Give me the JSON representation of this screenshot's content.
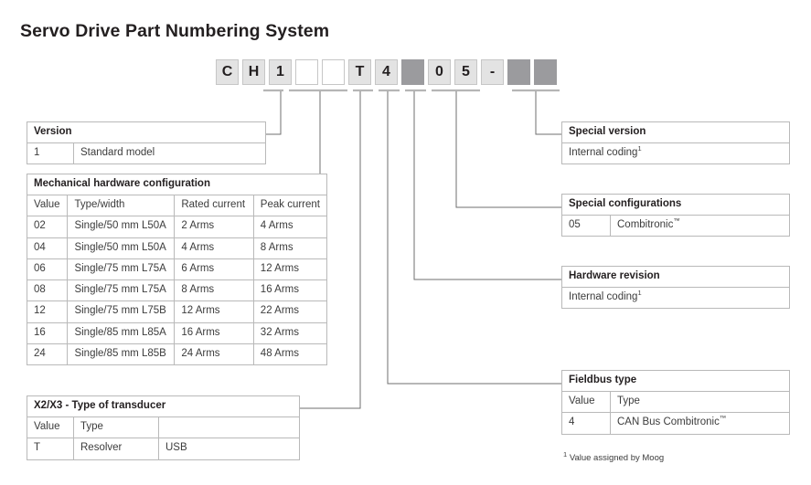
{
  "page": {
    "title": "Servo Drive Part Numbering System",
    "footnote": "Value assigned by Moog",
    "footnote_marker": "1"
  },
  "colors": {
    "box_filled_bg": "#e3e3e3",
    "box_border": "#c6c6c6",
    "box_solid_bg": "#9b9b9e",
    "table_border": "#b9b9b9",
    "leader_line": "#6f6f6f",
    "underline": "#b5b5b5",
    "text": "#3c3c3c",
    "heading_text": "#231f20"
  },
  "code_row": {
    "boxes": [
      {
        "char": "C",
        "style": "filled"
      },
      {
        "char": "H",
        "style": "filled"
      },
      {
        "char": "1",
        "style": "filled"
      },
      {
        "char": "",
        "style": "empty"
      },
      {
        "char": "",
        "style": "empty"
      },
      {
        "char": "T",
        "style": "filled"
      },
      {
        "char": "4",
        "style": "filled"
      },
      {
        "char": "",
        "style": "solid"
      },
      {
        "char": "0",
        "style": "filled"
      },
      {
        "char": "5",
        "style": "filled"
      },
      {
        "char": "-",
        "style": "filled"
      },
      {
        "char": "",
        "style": "solid"
      },
      {
        "char": "",
        "style": "solid"
      }
    ]
  },
  "tables": {
    "version": {
      "header": "Version",
      "rows": [
        {
          "value": "1",
          "desc": "Standard model"
        }
      ]
    },
    "mechanical": {
      "header": "Mechanical hardware configuration",
      "columns": [
        "Value",
        "Type/width",
        "Rated current",
        "Peak current"
      ],
      "rows": [
        {
          "value": "02",
          "type": "Single/50 mm L50A",
          "rated": "2 Arms",
          "peak": "4 Arms"
        },
        {
          "value": "04",
          "type": "Single/50 mm L50A",
          "rated": "4 Arms",
          "peak": "8 Arms"
        },
        {
          "value": "06",
          "type": "Single/75 mm L75A",
          "rated": "6 Arms",
          "peak": "12 Arms"
        },
        {
          "value": "08",
          "type": "Single/75 mm L75A",
          "rated": "8 Arms",
          "peak": "16 Arms"
        },
        {
          "value": "12",
          "type": "Single/75 mm L75B",
          "rated": "12 Arms",
          "peak": "22 Arms"
        },
        {
          "value": "16",
          "type": "Single/85 mm L85A",
          "rated": "16 Arms",
          "peak": "32 Arms"
        },
        {
          "value": "24",
          "type": "Single/85 mm L85B",
          "rated": "24 Arms",
          "peak": "48 Arms"
        }
      ]
    },
    "transducer": {
      "header": "X2/X3 - Type of transducer",
      "columns": [
        "Value",
        "Type",
        ""
      ],
      "rows": [
        {
          "value": "T",
          "type": "Resolver",
          "extra": "USB"
        }
      ]
    },
    "special_version": {
      "header": "Special version",
      "row_text": "Internal coding",
      "row_marker": "1"
    },
    "special_configurations": {
      "header": "Special configurations",
      "rows": [
        {
          "value": "05",
          "desc": "Combitronic",
          "tm": "™"
        }
      ]
    },
    "hardware_revision": {
      "header": "Hardware revision",
      "row_text": "Internal coding",
      "row_marker": "1"
    },
    "fieldbus": {
      "header": "Fieldbus type",
      "columns": [
        "Value",
        "Type"
      ],
      "rows": [
        {
          "value": "4",
          "type": "CAN Bus Combitronic",
          "tm": "™"
        }
      ]
    }
  }
}
